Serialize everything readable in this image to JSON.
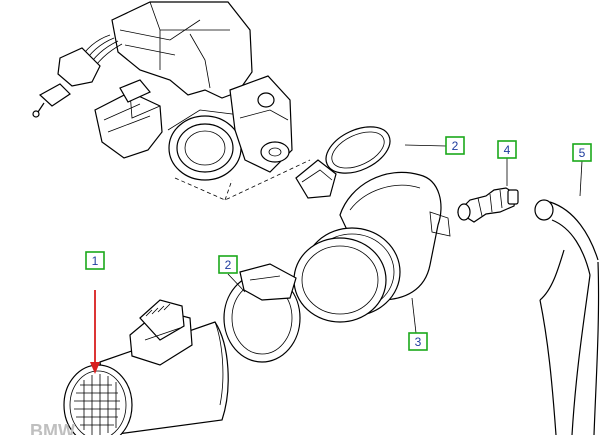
{
  "callouts": [
    {
      "id": "1",
      "label": "1"
    },
    {
      "id": "2a",
      "label": "2"
    },
    {
      "id": "2b",
      "label": "2"
    },
    {
      "id": "3",
      "label": "3"
    },
    {
      "id": "4",
      "label": "4"
    },
    {
      "id": "5",
      "label": "5"
    }
  ],
  "colors": {
    "callout_border": "#1aa81a",
    "callout_text": "#1f3c9e",
    "arrow": "#d81f1f",
    "line": "#000000"
  }
}
